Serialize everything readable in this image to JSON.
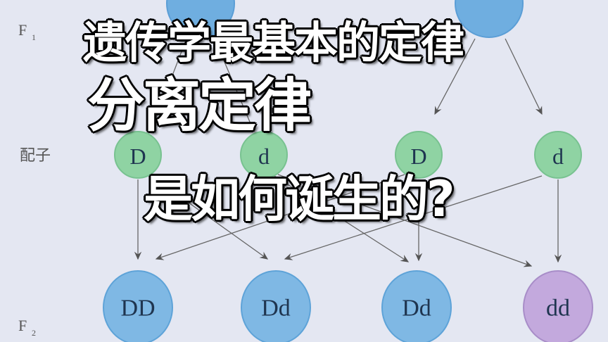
{
  "captions": {
    "line1": "遗传学最基本的定律",
    "line2": "分离定律",
    "line3": "是如何诞生的?"
  },
  "diagram": {
    "row_labels": {
      "f1": "F",
      "f1_sub": "1",
      "gametes": "配子",
      "f2": "F",
      "f2_sub": "2"
    },
    "f1": [
      "",
      ""
    ],
    "gametes": [
      "D",
      "d",
      "D",
      "d"
    ],
    "f2": [
      "DD",
      "Dd",
      "Dd",
      "dd"
    ],
    "colors": {
      "background": "#e4e7f2",
      "f1": "#6faee0",
      "gamete": "#8fd3a3",
      "f2_dominant": "#7fb8e4",
      "f2_recessive": "#c3a9dd",
      "arrow": "#555555"
    }
  }
}
